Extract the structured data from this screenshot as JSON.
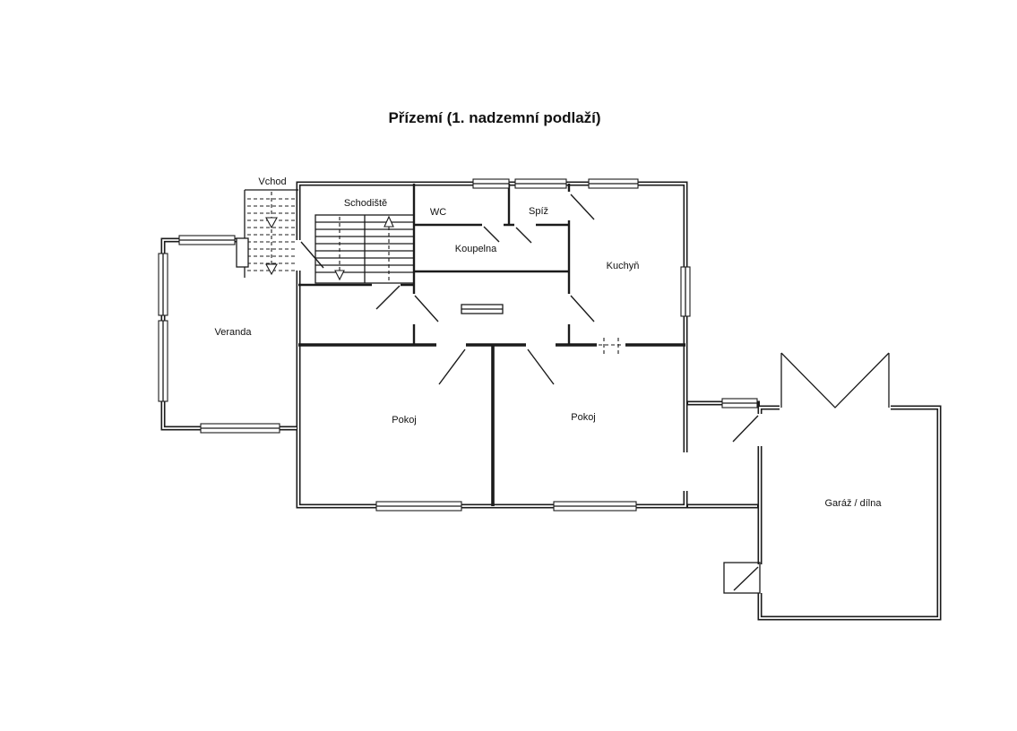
{
  "title": "Přízemí (1. nadzemní podlaží)",
  "floor_plan": {
    "labels": {
      "vchod": "Vchod",
      "schodiste": "Schodiště",
      "wc": "WC",
      "spiz": "Spíž",
      "koupelna": "Koupelna",
      "kuchyn": "Kuchyň",
      "veranda": "Veranda",
      "pokoj_left": "Pokoj",
      "pokoj_right": "Pokoj",
      "garaz": "Garáž / dílna"
    },
    "colors": {
      "wall": "#1b1b1b",
      "background": "#ffffff",
      "label_text": "#111111"
    }
  }
}
